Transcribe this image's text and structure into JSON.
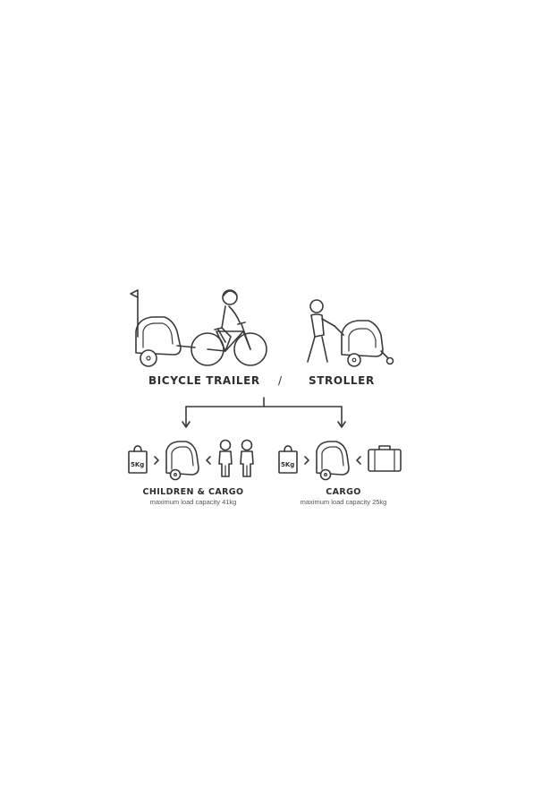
{
  "modes": {
    "left_label": "BICYCLE TRAILER",
    "separator": "/",
    "right_label": "STROLLER"
  },
  "configs": [
    {
      "title": "CHILDREN & CARGO",
      "subtitle": "maximum load capacity 41kg",
      "bag_label": "5Kg"
    },
    {
      "title": "CARGO",
      "subtitle": "maximum load capacity 25kg",
      "bag_label": "5Kg"
    }
  ],
  "icons": {
    "bicycle_trailer": "bicycle-with-trailer-icon",
    "stroller": "person-pushing-stroller-icon",
    "bag": "shopping-bag-icon",
    "trailer": "trailer-icon",
    "children": "two-children-icon",
    "suitcase": "suitcase-icon",
    "arrow_right": "arrow-right-icon",
    "arrow_left": "arrow-left-icon"
  },
  "colors": {
    "line": "#3a3a3a",
    "background": "#ffffff"
  }
}
